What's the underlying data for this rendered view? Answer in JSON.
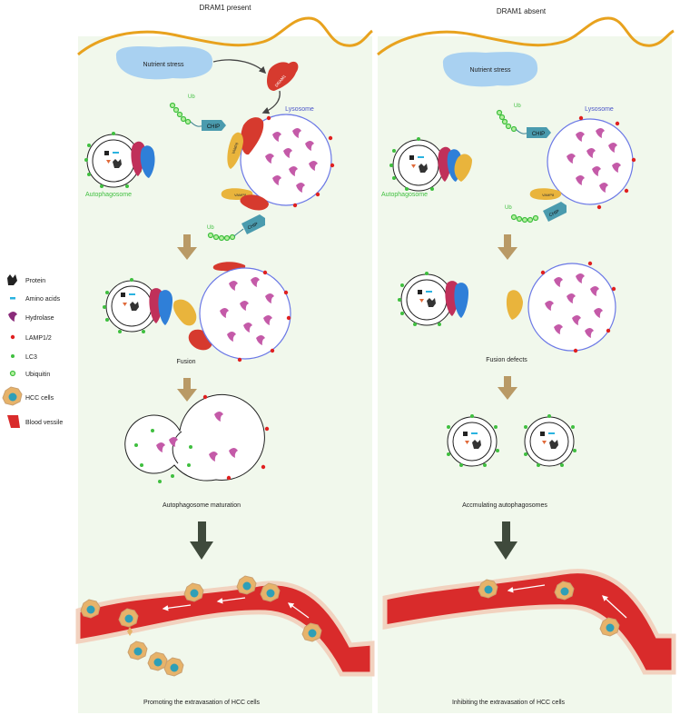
{
  "panels": {
    "left": {
      "title": "DRAM1 present",
      "nutrient_stress": "Nutrient stress",
      "dram1": "DRAM1",
      "lysosome": "Lysosome",
      "ub": "Ub",
      "chip": "CHIP",
      "vamp8": "VAMP8",
      "autophagosome": "Autophagosome",
      "fusion": "Fusion",
      "maturation": "Autophagosome maturation",
      "outcome": "Promoting  the extravasation of HCC cells"
    },
    "right": {
      "title": "DRAM1 absent",
      "nutrient_stress": "Nutrient stress",
      "lysosome": "Lysosome",
      "ub": "Ub",
      "chip": "CHIP",
      "vamp8": "VAMP8",
      "autophagosome": "Autophagosome",
      "fusion_defects": "Fusion defects",
      "accumulating": "Accmulating autophagosomes",
      "outcome": "Inhibiting the extravasation of HCC cells"
    }
  },
  "legend": [
    {
      "label": "Protein",
      "icon": "protein-icon"
    },
    {
      "label": "Amino acids",
      "icon": "amino-acid-icon"
    },
    {
      "label": "Hydrolase",
      "icon": "hydrolase-icon"
    },
    {
      "label": "LAMP1/2",
      "icon": "lamp-icon"
    },
    {
      "label": "LC3",
      "icon": "lc3-icon"
    },
    {
      "label": "Ubiquitin",
      "icon": "ubiquitin-icon"
    },
    {
      "label": "HCC cells",
      "icon": "hcc-cell-icon"
    },
    {
      "label": "Blood vessile",
      "icon": "blood-vessel-icon"
    }
  ],
  "colors": {
    "panel_bg": "#f1f8ec",
    "membrane": "#e8a21e",
    "dram1": "#d63a2e",
    "vamp8": "#e9b43c",
    "lysosome_ring": "#6b78e6",
    "lysosome_label": "#4b55c8",
    "hydrolase": "#c45aa8",
    "lamp": "#e02020",
    "ubiquitin": "#3fbf3f",
    "chip": "#4a9bae",
    "arrow_tan": "#b99a66",
    "arrow_dark": "#3f4a3c",
    "vessel": "#d92b2b",
    "vessel_wall": "#f2d2bf",
    "hcc_cell": "#e7b36a",
    "hcc_nucleus": "#2f9fb7",
    "nutrient_blob": "#a9d1f1"
  }
}
